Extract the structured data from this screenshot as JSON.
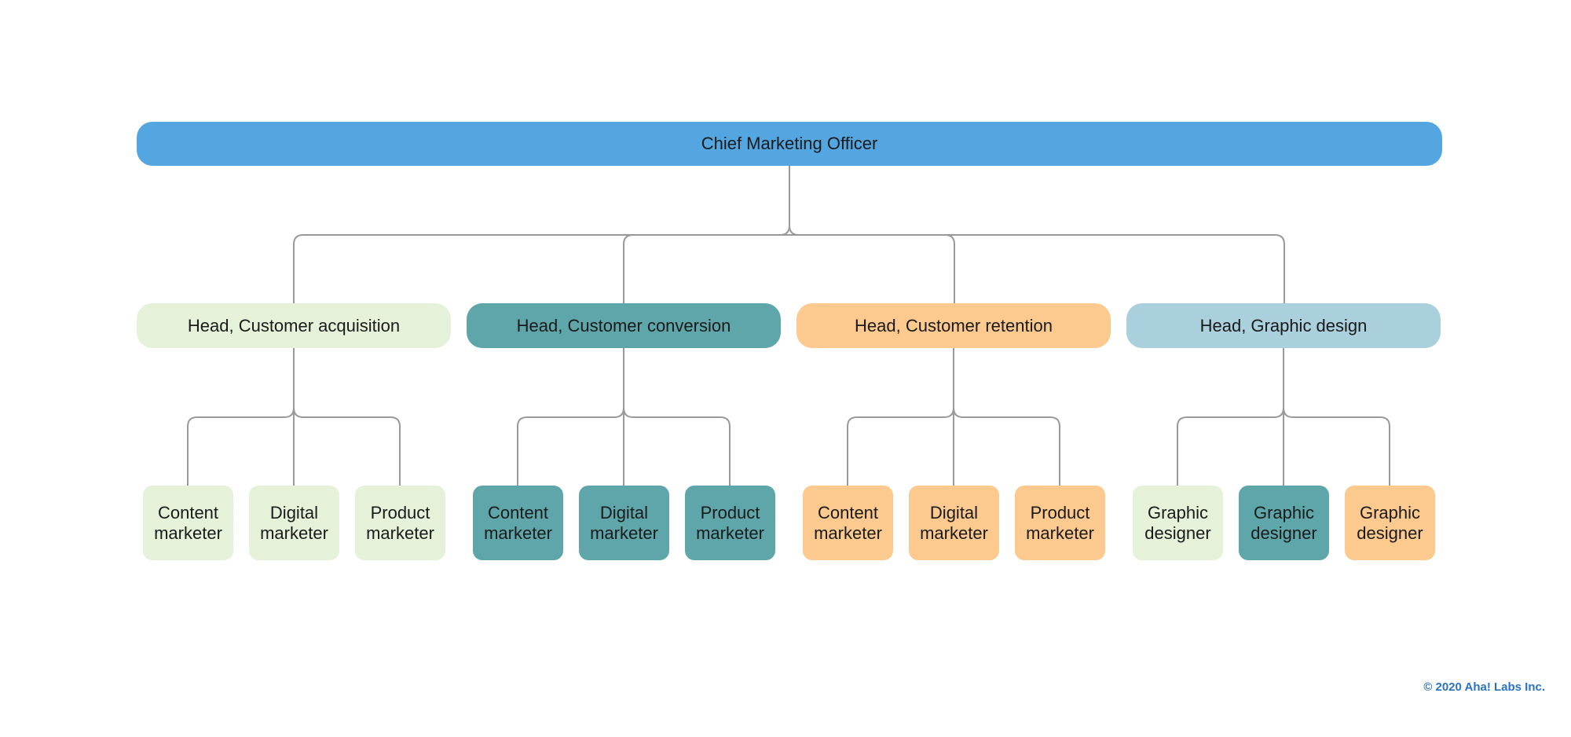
{
  "colors": {
    "cmo": "#53a6df",
    "acquisition": "#e5f2d9",
    "conversion": "#5ea6a9",
    "retention": "#fcc98e",
    "graphic_design": "#a9d0dc",
    "connector": "#999999",
    "copyright": "#2a73c4"
  },
  "chief": {
    "label": "Chief Marketing Officer"
  },
  "heads": [
    {
      "label": "Head, Customer acquisition"
    },
    {
      "label": "Head, Customer conversion"
    },
    {
      "label": "Head, Customer retention"
    },
    {
      "label": "Head, Graphic design"
    }
  ],
  "reports": [
    {
      "label": "Content marketer"
    },
    {
      "label": "Digital marketer"
    },
    {
      "label": "Product marketer"
    },
    {
      "label": "Content marketer"
    },
    {
      "label": "Digital marketer"
    },
    {
      "label": "Product marketer"
    },
    {
      "label": "Content marketer"
    },
    {
      "label": "Digital marketer"
    },
    {
      "label": "Product marketer"
    },
    {
      "label": "Graphic designer"
    },
    {
      "label": "Graphic designer"
    },
    {
      "label": "Graphic designer"
    }
  ],
  "footer": {
    "copyright": "© 2020 Aha! Labs Inc."
  }
}
